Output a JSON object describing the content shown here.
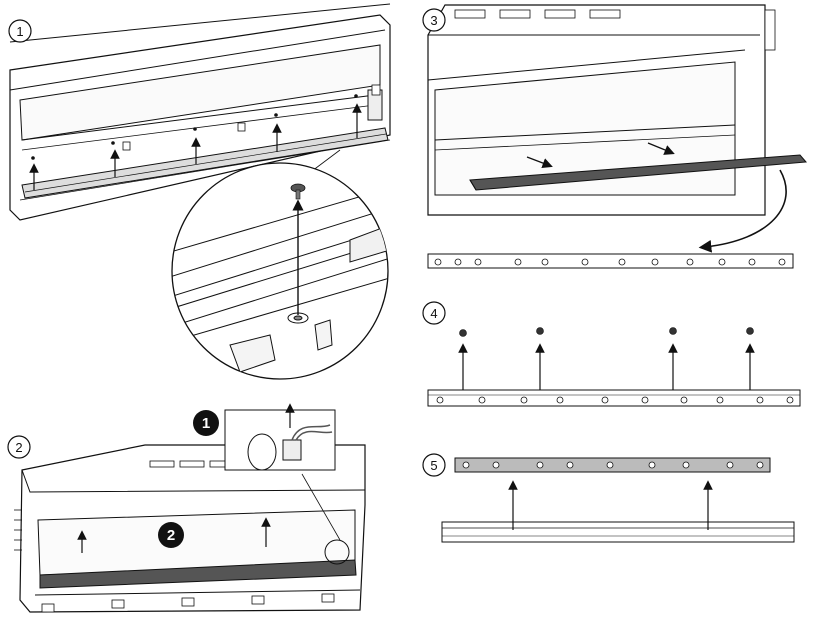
{
  "steps": [
    {
      "label": "1"
    },
    {
      "label": "2"
    },
    {
      "label": "3"
    },
    {
      "label": "4"
    },
    {
      "label": "5"
    }
  ],
  "callouts": [
    {
      "label": "1"
    },
    {
      "label": "2"
    }
  ],
  "colors": {
    "line": "#111111",
    "fill_light": "#f4f4f4",
    "fill_mid": "#c8c8c8",
    "fill_dark": "#555555",
    "badge": "#111111"
  }
}
